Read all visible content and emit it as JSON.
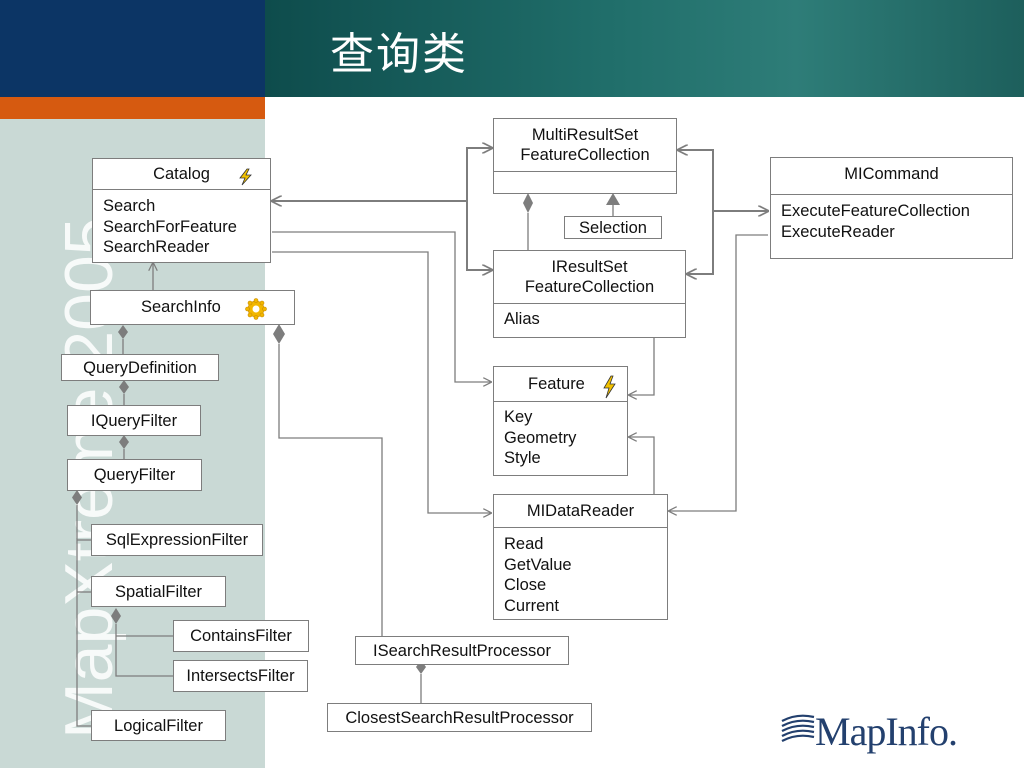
{
  "slide": {
    "title": "查询类",
    "watermark": "MapXtreme 2005",
    "logo_text": "MapInfo."
  },
  "classes": {
    "catalog": {
      "name": "Catalog",
      "ops": [
        "Search",
        "SearchForFeature",
        "SearchReader"
      ]
    },
    "multi": {
      "name": [
        "MultiResultSet",
        "FeatureCollection"
      ]
    },
    "micommand": {
      "name": "MICommand",
      "ops": [
        "ExecuteFeatureCollection",
        "ExecuteReader"
      ]
    },
    "selection": {
      "name": "Selection"
    },
    "iresult": {
      "name": [
        "IResultSet",
        "FeatureCollection"
      ],
      "ops": [
        "Alias"
      ]
    },
    "searchinfo": {
      "name": "SearchInfo"
    },
    "querydef": {
      "name": "QueryDefinition"
    },
    "iqueryfilter": {
      "name": "IQueryFilter"
    },
    "queryfilter": {
      "name": "QueryFilter"
    },
    "feature": {
      "name": "Feature",
      "ops": [
        "Key",
        "Geometry",
        "Style"
      ]
    },
    "midatareader": {
      "name": "MIDataReader",
      "ops": [
        "Read",
        "GetValue",
        "Close",
        "Current"
      ]
    },
    "sqlfilter": {
      "name": "SqlExpressionFilter"
    },
    "spatialfilter": {
      "name": "SpatialFilter"
    },
    "containsfilter": {
      "name": "ContainsFilter"
    },
    "intersectsfilter": {
      "name": "IntersectsFilter"
    },
    "logicalfilter": {
      "name": "LogicalFilter"
    },
    "isearch": {
      "name": "ISearchResultProcessor"
    },
    "closest": {
      "name": "ClosestSearchResultProcessor"
    }
  },
  "colors": {
    "navy": "#0c3565",
    "teal": "#206e6a",
    "orange": "#d65a10",
    "sidebar": "#c9d9d5",
    "line": "#7d7d7d",
    "logo": "#23406e"
  },
  "icons": [
    "lightning-bolt-icon",
    "gear-icon",
    "mapinfo-logo-icon"
  ]
}
